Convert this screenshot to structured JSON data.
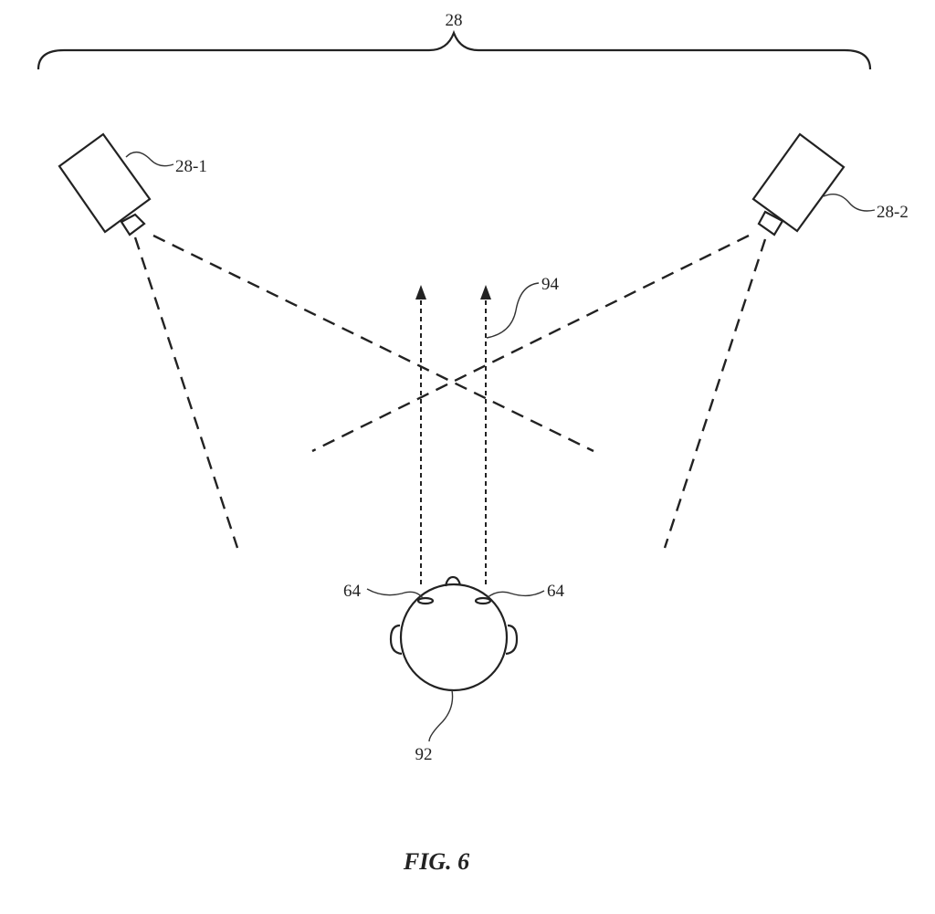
{
  "labels": {
    "system": "28",
    "camera_left": "28-1",
    "camera_right": "28-2",
    "gaze": "94",
    "eye_left": "64",
    "eye_right": "64",
    "head": "92"
  },
  "caption": "FIG. 6",
  "colors": {
    "line": "#222222",
    "background": "#ffffff"
  }
}
